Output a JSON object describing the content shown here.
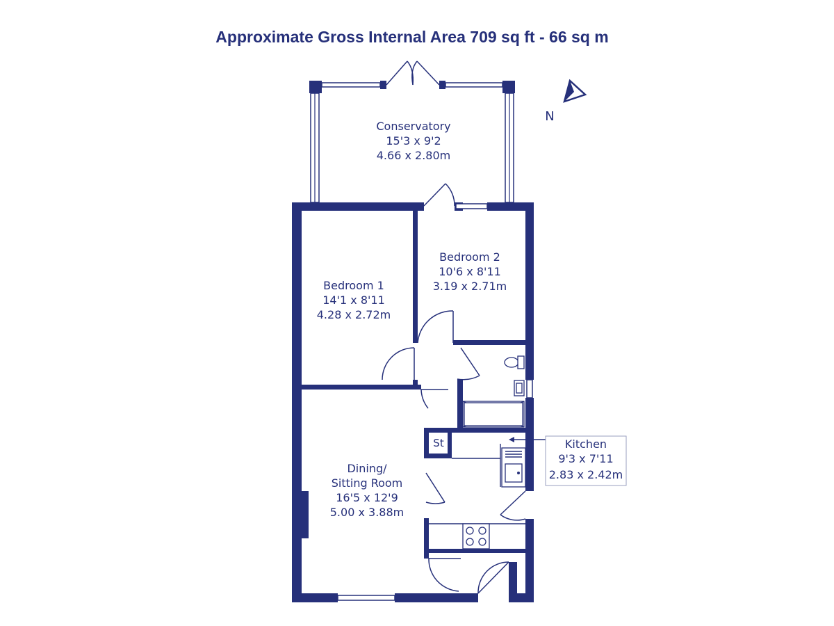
{
  "title": "Approximate Gross Internal Area 709 sq ft - 66 sq m",
  "compass": {
    "label": "N",
    "icon": "north-arrow-icon"
  },
  "rooms": {
    "conservatory": {
      "name": "Conservatory",
      "imperial": "15'3 x 9'2",
      "metric": "4.66 x 2.80m"
    },
    "bedroom2": {
      "name": "Bedroom 2",
      "imperial": "10'6 x 8'11",
      "metric": "3.19 x 2.71m"
    },
    "bedroom1": {
      "name": "Bedroom 1",
      "imperial": "14'1 x 8'11",
      "metric": "4.28 x 2.72m"
    },
    "dining": {
      "name_line1": "Dining/",
      "name_line2": "Sitting Room",
      "imperial": "16'5 x 12'9",
      "metric": "5.00 x 3.88m"
    },
    "kitchen": {
      "name": "Kitchen",
      "imperial": "9'3 x 7'11",
      "metric": "2.83 x 2.42m"
    },
    "store": {
      "name": "St"
    }
  },
  "colors": {
    "wall": "#26307a",
    "background": "#ffffff"
  }
}
